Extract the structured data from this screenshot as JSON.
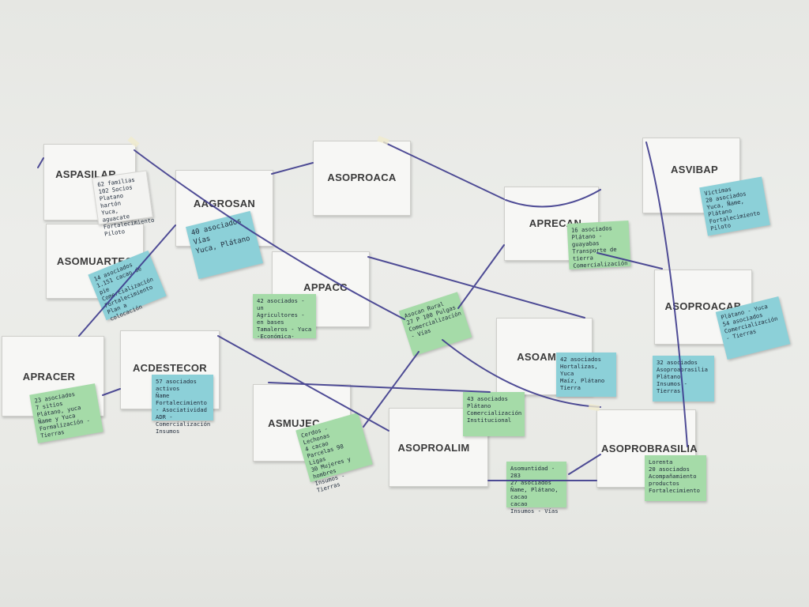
{
  "cards": [
    {
      "id": "aspasilar",
      "label": "ASPASILAR"
    },
    {
      "id": "asomuartec",
      "label": "ASOMUARTEC"
    },
    {
      "id": "aagrosan",
      "label": "AAGROSAN"
    },
    {
      "id": "asoproaca",
      "label": "ASOPROACA"
    },
    {
      "id": "appacc",
      "label": "APPACC"
    },
    {
      "id": "aprecan",
      "label": "APRECAN"
    },
    {
      "id": "asvibap",
      "label": "ASVIBAP"
    },
    {
      "id": "asoproacab",
      "label": "ASOPROACAB"
    },
    {
      "id": "apracer",
      "label": "APRACER"
    },
    {
      "id": "acdestecor",
      "label": "ACDESTECOR"
    },
    {
      "id": "asoamu",
      "label": "ASOAMU"
    },
    {
      "id": "asmujec",
      "label": "ASMUJEC"
    },
    {
      "id": "asoproalim",
      "label": "ASOPROALIM"
    },
    {
      "id": "asoprobrasilia",
      "label": "ASOPROBRASILIA"
    }
  ],
  "notes": [
    {
      "id": "aspasilar",
      "color": "white",
      "text": "62 familias\n102 Socios\nPlatano hartón\nYuca, aguacate\nFortalecimiento Piloto"
    },
    {
      "id": "asomuartec",
      "color": "blue",
      "text": "14 asociados\n1.151 cacao de pie\nComercialización\nFortalecimiento\nPlan a colocación"
    },
    {
      "id": "aagrosan",
      "color": "blue",
      "text": "40 asociados\nVías\nYuca, Plátano"
    },
    {
      "id": "appacc",
      "color": "green",
      "text": "42 asociados - un\nAgricultores - en bases\nTamaleros - Yuca\n-Económica-"
    },
    {
      "id": "aprecan",
      "color": "green",
      "text": "16 asociados\nPlátano - guayabas\nTransporte de tierra\nComercialización"
    },
    {
      "id": "asvibap",
      "color": "blue",
      "text": "Victimas\n20 asociados\nYuca, Ñame, Plátano\nFortalecimiento Piloto"
    },
    {
      "id": "asoproacab",
      "color": "blue",
      "text": "Plátano - Yuca\n54 asociados\nComercialización - Tierras"
    },
    {
      "id": "apracer",
      "color": "green",
      "text": "23 asociados\n7 sitios\nPlátano, yuca\nÑame y Yuca\nFormalización - Tierras"
    },
    {
      "id": "acdestecor",
      "color": "blue",
      "text": "57 asociados activos\nÑame\nFortalecimiento - Asociatividad\nADR - Comercialización\nInsumos"
    },
    {
      "id": "center",
      "color": "green",
      "text": "Asocan Rural\n27 P  100 Pulgas\nComercialización - Vías"
    },
    {
      "id": "asoamu",
      "color": "blue",
      "text": "42 asociados\nHortalizas, Yuca\nMaíz, Plátano\nTierra"
    },
    {
      "id": "asmujec",
      "color": "green",
      "text": "Cerdos - Lechonas\n4 cacao\nParcelas 98 Ligas\n30 Mujeres y hombres\nInsumos - Tierras"
    },
    {
      "id": "asoproalim",
      "color": "green",
      "text": "43 asociados\nPlátano\nComercialización\nInstitucional"
    },
    {
      "id": "asoprobrasilia_a",
      "color": "blue",
      "text": "32 asociados\nAsoproabrasilia\nPlátano\nInsumos - Tierras"
    },
    {
      "id": "asoprobrasilia_b",
      "color": "green",
      "text": "Asomuntidad - 283\n27 asociados\nÑame, Plátano, cacao\ncacao\nInsumos - Vías"
    },
    {
      "id": "lorenta",
      "color": "green",
      "text": "Lorenta\n20 asociados\nAcompañamiento\nproductos\nFortalecimiento"
    }
  ]
}
